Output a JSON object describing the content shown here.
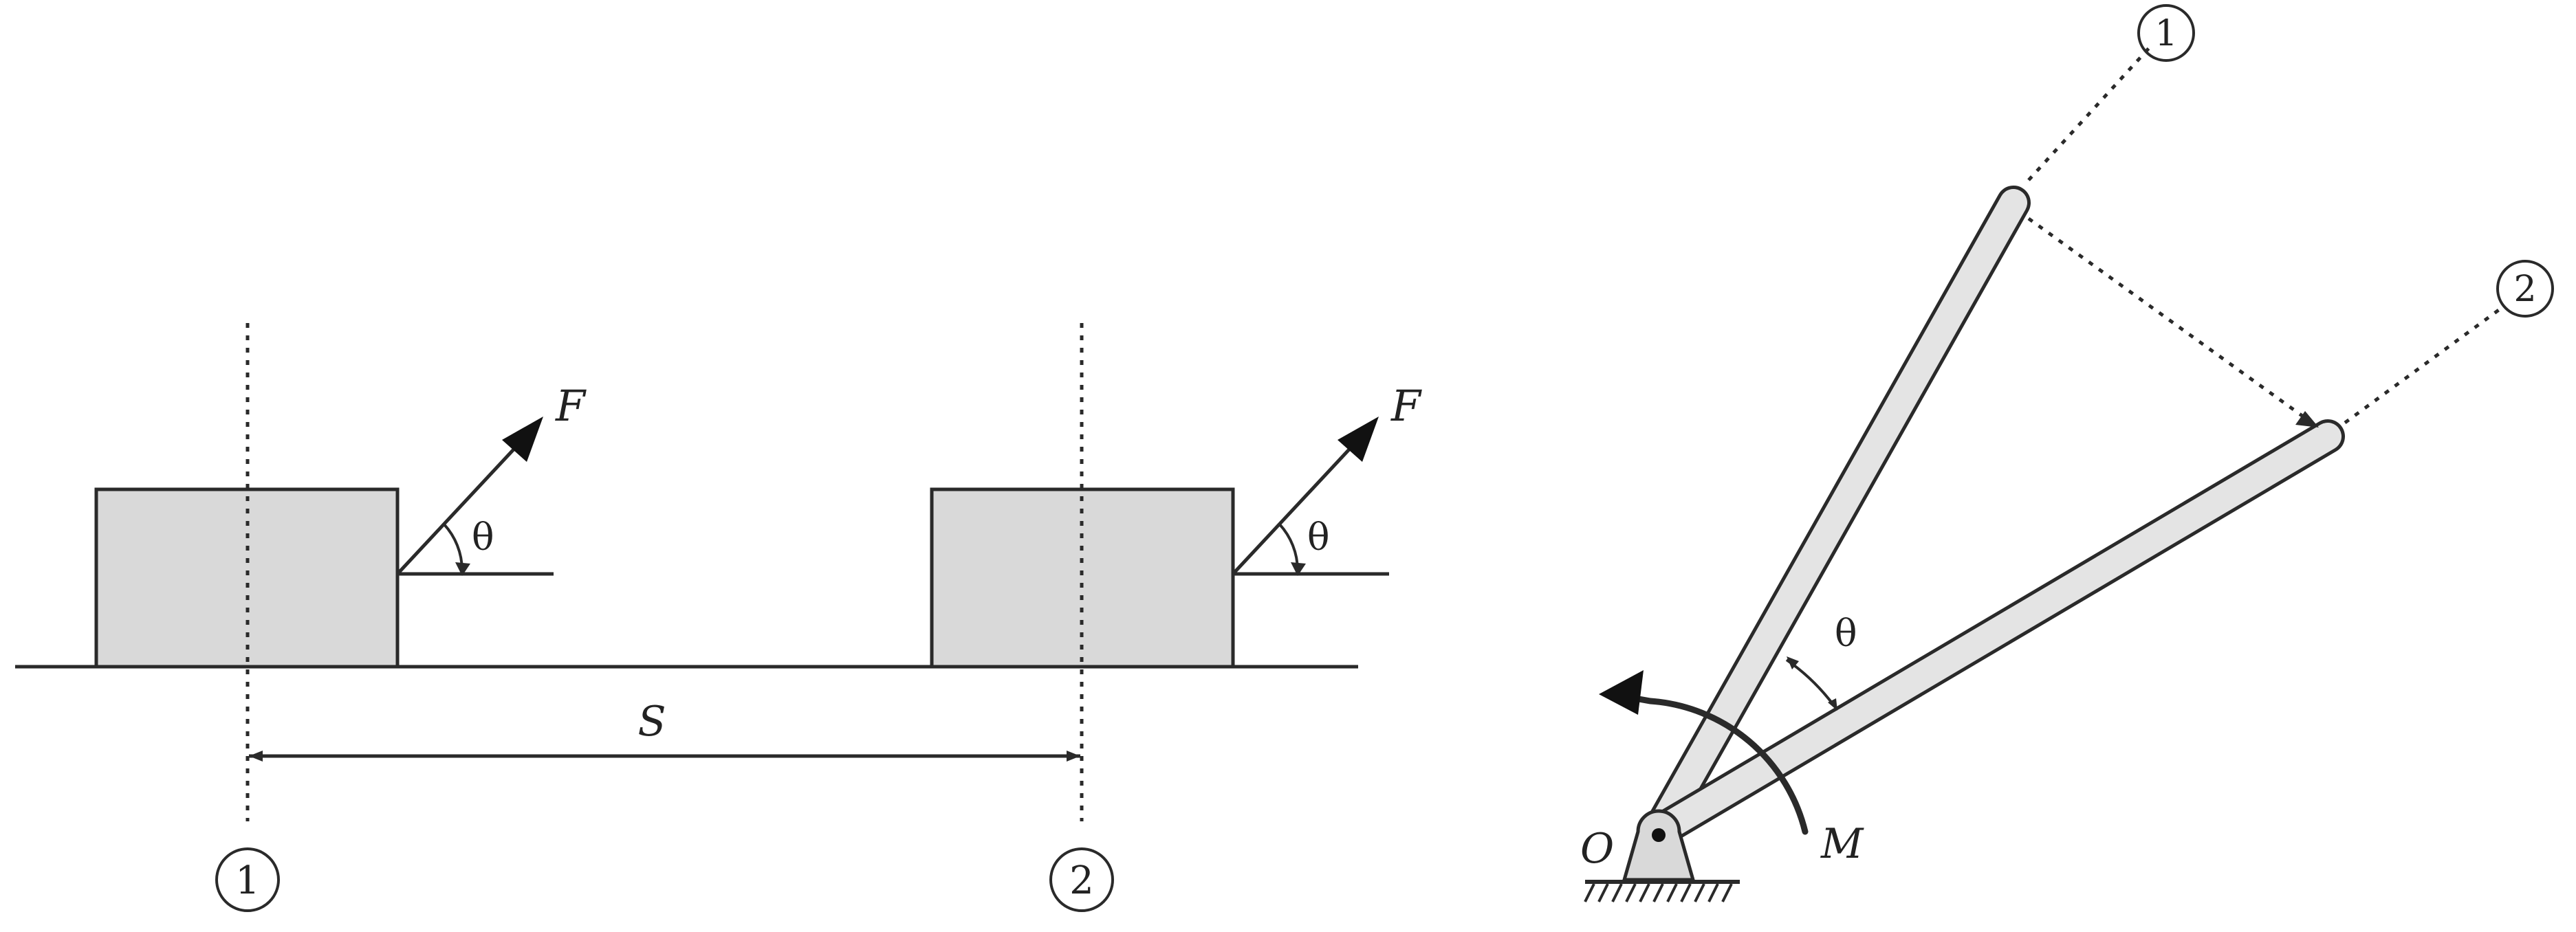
{
  "left_figure": {
    "force_label_1": "F",
    "force_label_2": "F",
    "angle_label_1": "θ",
    "angle_label_2": "θ",
    "distance_label": "S",
    "position_label_1": "1",
    "position_label_2": "2"
  },
  "right_figure": {
    "position_label_1": "1",
    "position_label_2": "2",
    "angle_label": "θ",
    "pivot_label": "O",
    "moment_label": "M"
  },
  "colors": {
    "fill": "#d9d9d9",
    "stroke": "#2a2a2a"
  }
}
